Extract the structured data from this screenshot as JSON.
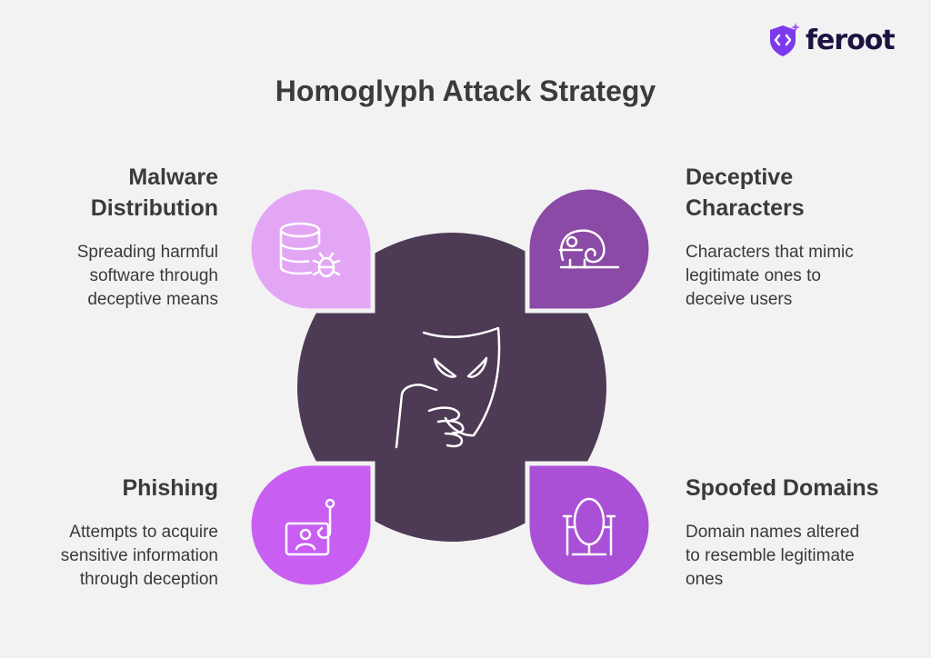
{
  "brand": {
    "name": "feroot"
  },
  "title": "Homoglyph Attack Strategy",
  "colors": {
    "background": "#f2f2f2",
    "center_circle": "#4d3a55",
    "malware": "#e3a6f5",
    "deceptive": "#8a4aa5",
    "phishing": "#c85ff2",
    "spoofed": "#a950d6",
    "logo": "#7c3aed"
  },
  "items": [
    {
      "heading_line1": "Malware",
      "heading_line2": "Distribution",
      "desc_line1": "Spreading harmful",
      "desc_line2": "software through",
      "desc_line3": "deceptive means",
      "icon": "database-bug-icon"
    },
    {
      "heading_line1": "Deceptive",
      "heading_line2": "Characters",
      "desc_line1": "Characters that mimic",
      "desc_line2": "legitimate ones to",
      "desc_line3": "deceive users",
      "icon": "chameleon-icon"
    },
    {
      "heading_line1": "Phishing",
      "heading_line2": "",
      "desc_line1": "Attempts to acquire",
      "desc_line2": "sensitive information",
      "desc_line3": "through deception",
      "icon": "phishing-hook-icon"
    },
    {
      "heading_line1": "Spoofed Domains",
      "heading_line2": "",
      "desc_line1": "Domain names altered",
      "desc_line2": "to resemble legitimate",
      "desc_line3": "ones",
      "icon": "mirror-icon"
    }
  ],
  "center_icon": "mask-hand-icon"
}
